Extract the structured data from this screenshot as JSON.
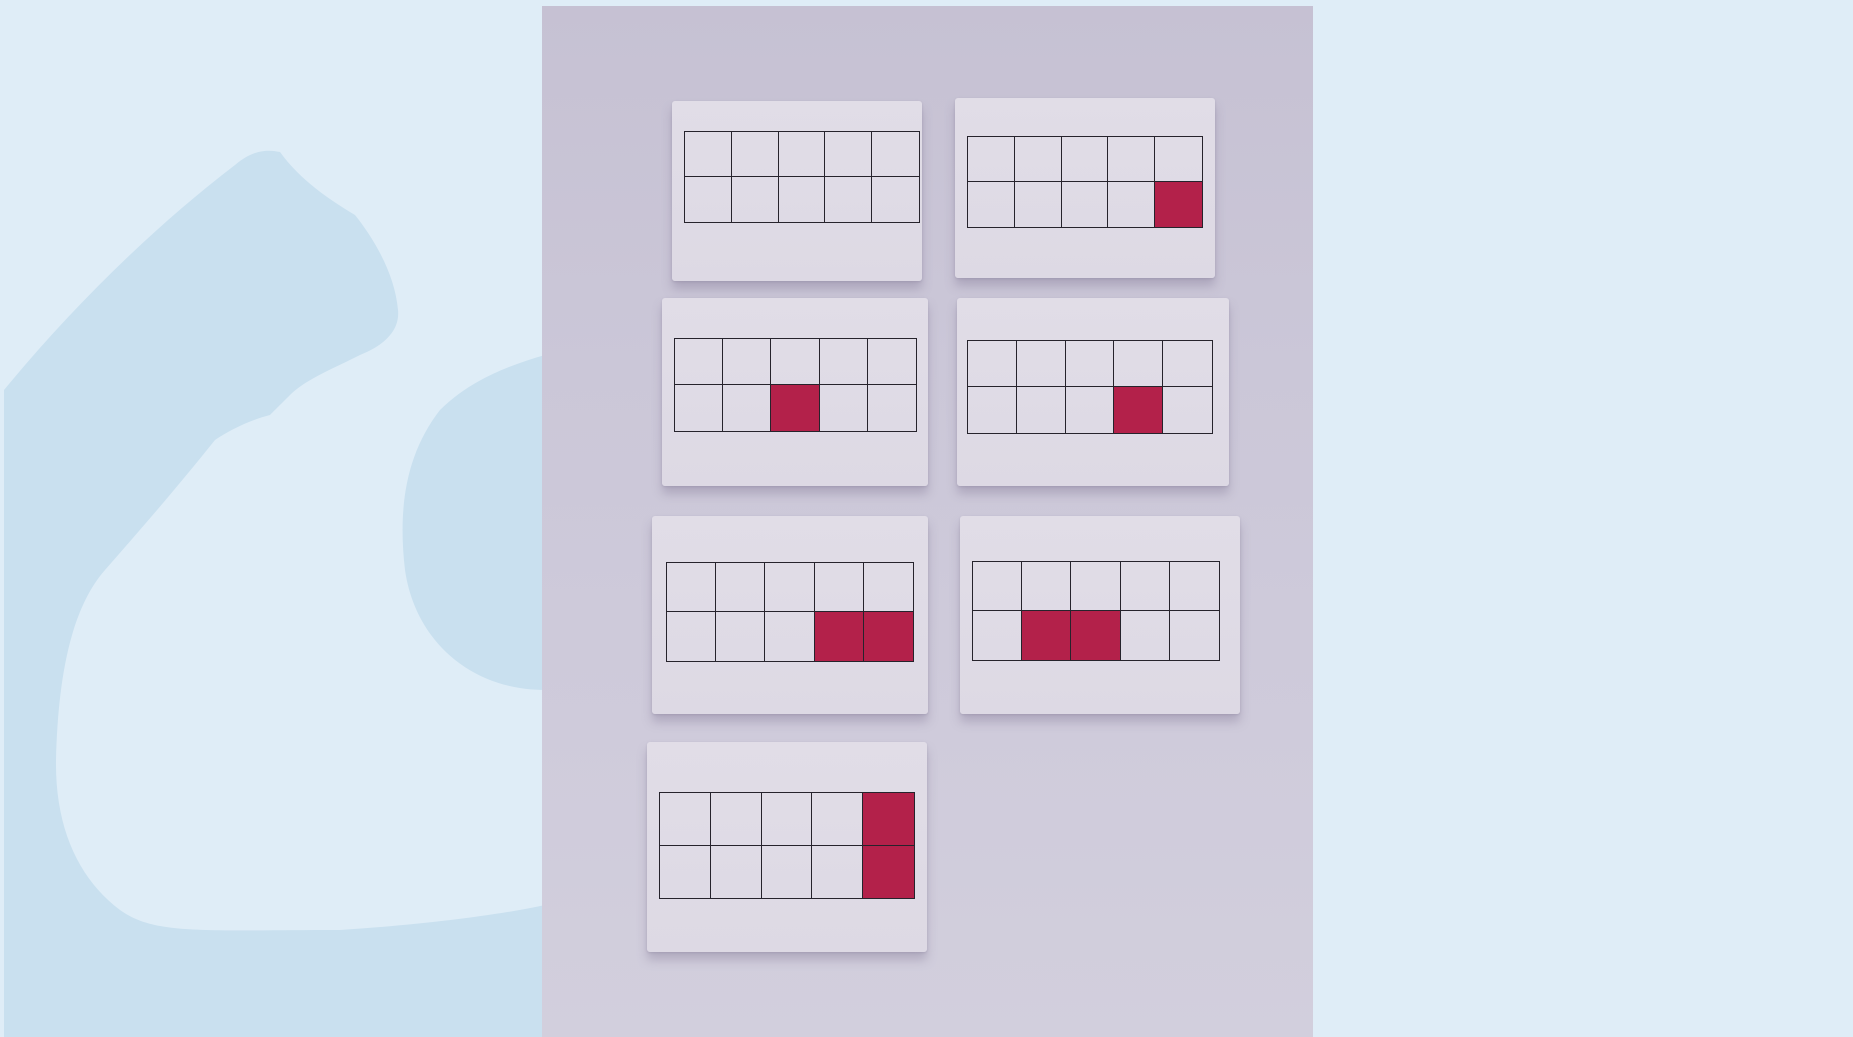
{
  "colors": {
    "background": "#dfedf7",
    "decor_shape": "#c9e0ef",
    "fill": "#b3214a"
  },
  "ten_frames": [
    {
      "filled_cells": []
    },
    {
      "filled_cells": [
        10
      ]
    },
    {
      "filled_cells": [
        8
      ]
    },
    {
      "filled_cells": [
        9
      ]
    },
    {
      "filled_cells": [
        9,
        10
      ]
    },
    {
      "filled_cells": [
        7,
        8
      ]
    },
    {
      "filled_cells": [
        5,
        10
      ]
    }
  ]
}
